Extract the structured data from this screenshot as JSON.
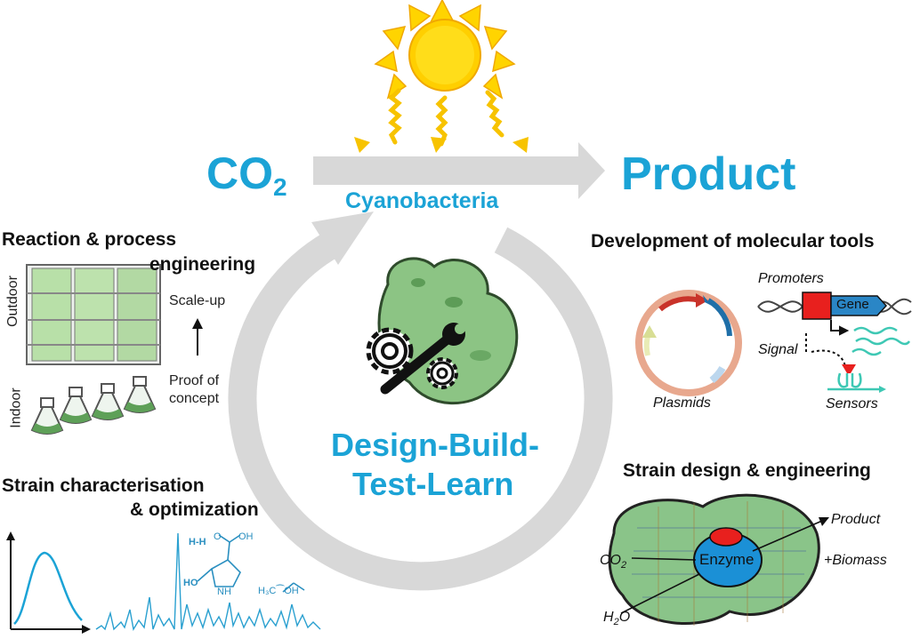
{
  "center": {
    "input_main": "CO",
    "input_sub": "2",
    "output": "Product",
    "organism": "Cyanobacteria",
    "cycle_line1": "Design-Build-",
    "cycle_line2": "Test-Learn"
  },
  "left_top": {
    "title_line1": "Reaction & process",
    "title_line2": "engineering",
    "label_outdoor": "Outdoor",
    "label_indoor": "Indoor",
    "label_scaleup": "Scale-up",
    "label_proof1": "Proof of",
    "label_proof2": "concept"
  },
  "left_bottom": {
    "title_line1": "Strain characterisation",
    "title_line2": "& optimization",
    "nmr_hh": "H-H",
    "mol_ho": "HO",
    "mol_nh": "NH",
    "mol_oh": "OH",
    "mol_o": "O",
    "ethanol": "H₃C⁀OH"
  },
  "right_top": {
    "title": "Development of molecular tools",
    "promoters": "Promoters",
    "gene": "Gene",
    "signal": "Signal",
    "plasmids": "Plasmids",
    "sensors": "Sensors"
  },
  "right_bottom": {
    "title": "Strain design & engineering",
    "product": "Product",
    "biomass": "+Biomass",
    "co2_main": "CO",
    "co2_sub": "2",
    "enzyme": "Enzyme",
    "h2o_h": "H",
    "h2o_sub": "2",
    "h2o_o": "O"
  },
  "colors": {
    "accent_blue": "#1ba3d6",
    "sun_yellow": "#ffd400",
    "arrow_gray": "#d8d8d8",
    "cell_green": "#7fb87a",
    "enzyme_red": "#e8201e"
  },
  "icons": [
    "sun-icon",
    "gear-icon",
    "wrench-icon",
    "flask-icon",
    "plasmid-icon",
    "dna-icon"
  ]
}
